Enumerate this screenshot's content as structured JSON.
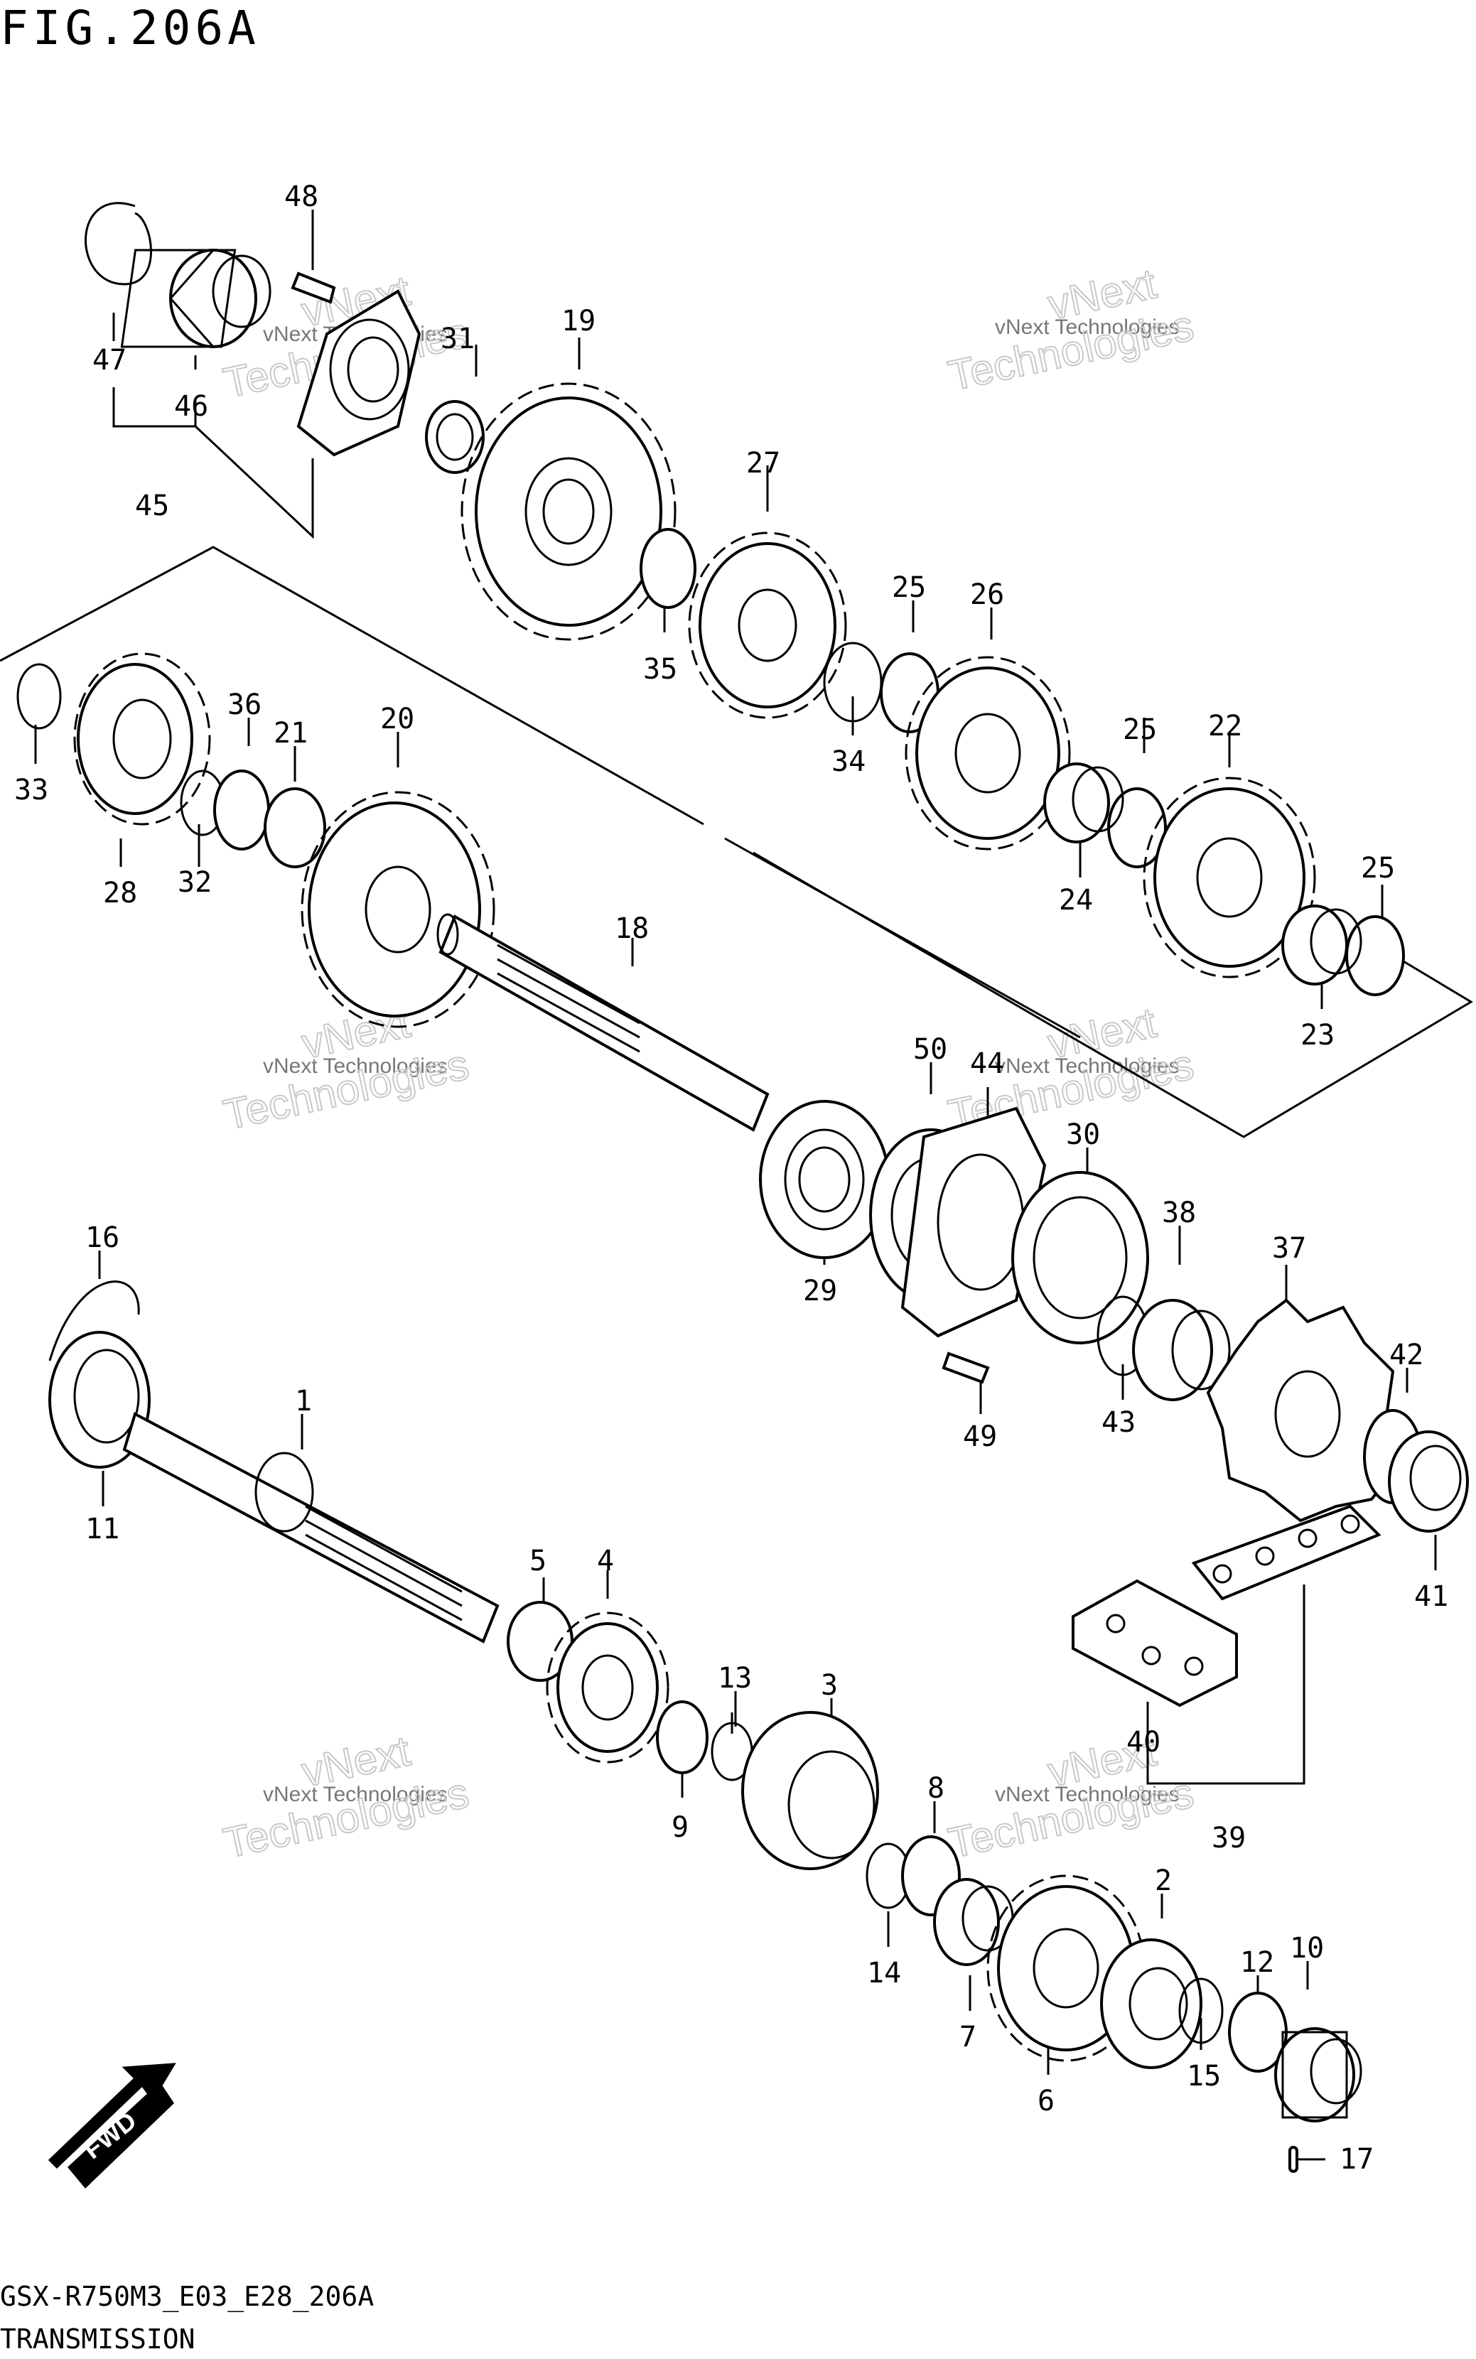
{
  "title": "FIG.206A",
  "footer": {
    "code": "GSX-R750M3_E03_E28_206A",
    "name": "TRANSMISSION"
  },
  "watermark": {
    "small": "vNext Technologies",
    "large": "vNext\nTechnologies"
  },
  "fwd_label": "FWD",
  "callouts": [
    "1",
    "2",
    "3",
    "4",
    "5",
    "6",
    "7",
    "8",
    "9",
    "10",
    "11",
    "12",
    "13",
    "14",
    "15",
    "16",
    "17",
    "18",
    "19",
    "20",
    "21",
    "22",
    "23",
    "24",
    "25",
    "26",
    "27",
    "28",
    "29",
    "30",
    "31",
    "32",
    "33",
    "34",
    "35",
    "36",
    "37",
    "38",
    "39",
    "40",
    "41",
    "42",
    "43",
    "44",
    "45",
    "46",
    "47",
    "48",
    "49",
    "50"
  ]
}
